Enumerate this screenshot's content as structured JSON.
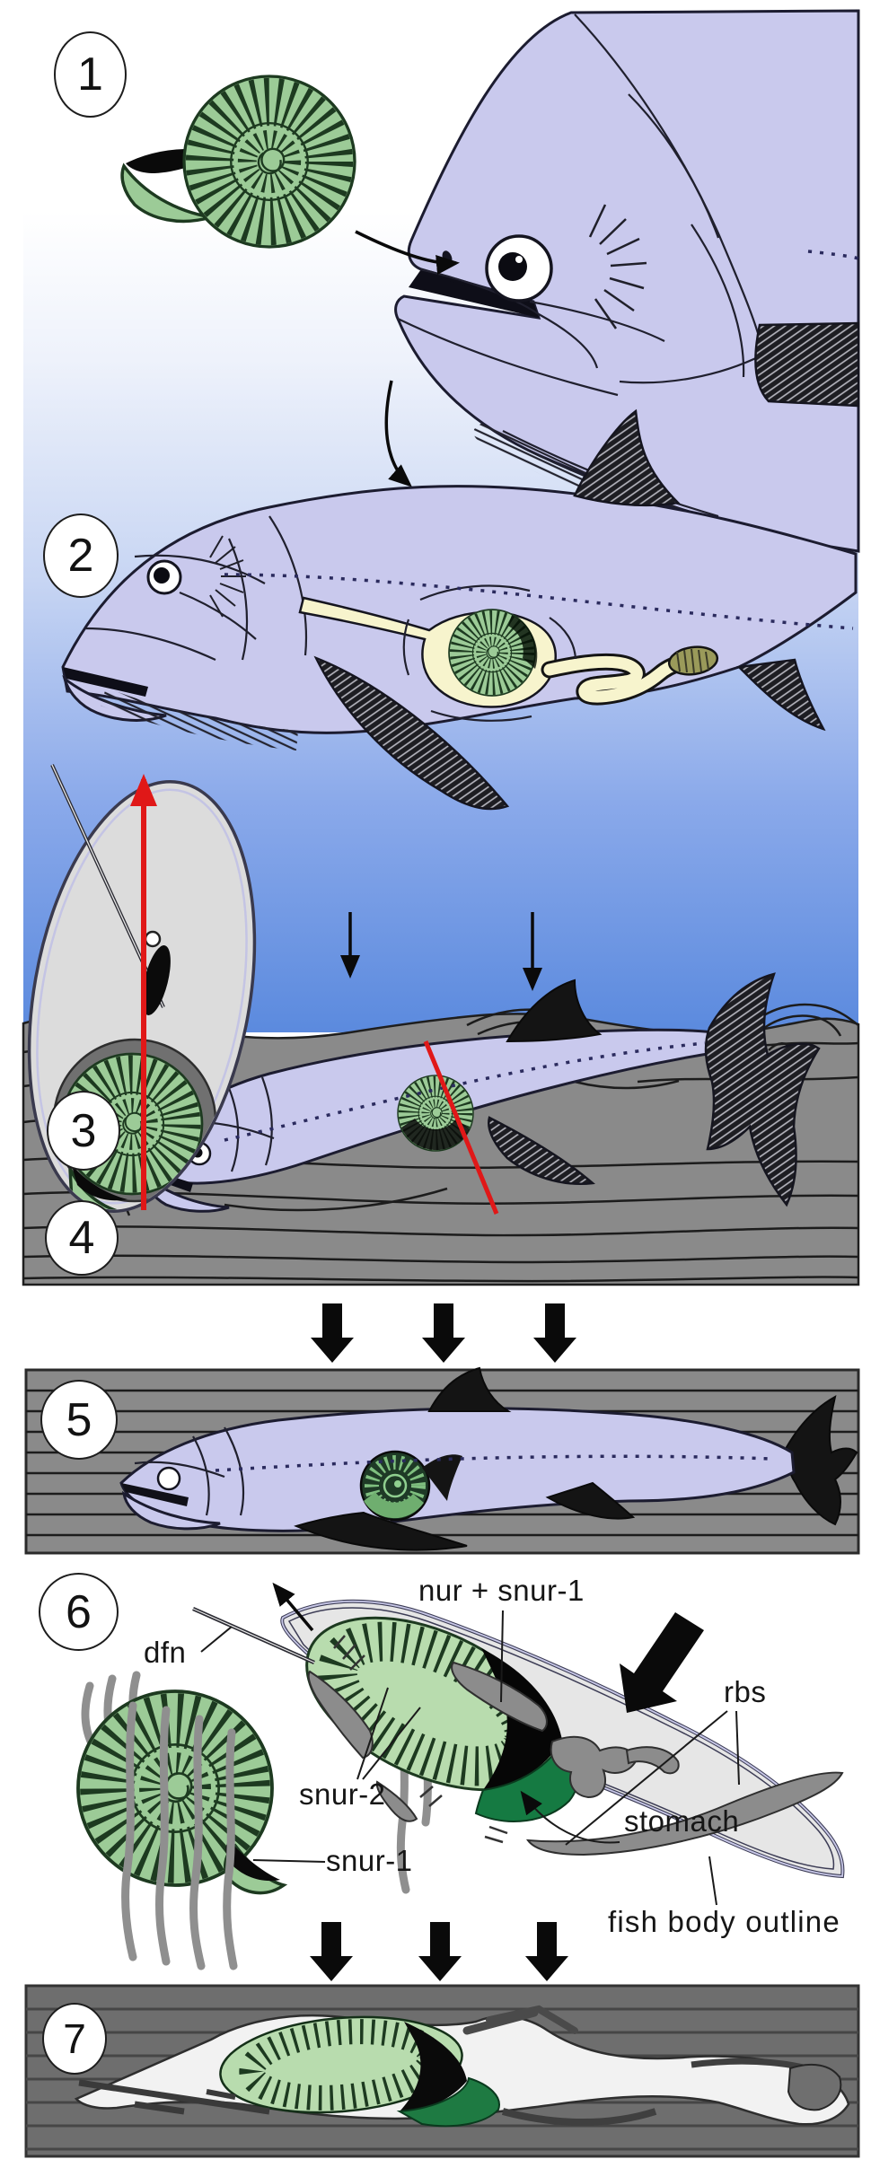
{
  "steps": [
    {
      "number": "1"
    },
    {
      "number": "2"
    },
    {
      "number": "3"
    },
    {
      "number": "4"
    },
    {
      "number": "5"
    },
    {
      "number": "6"
    },
    {
      "number": "7"
    }
  ],
  "labels": {
    "dfn": "dfn",
    "nur_snur1": "nur + snur-1",
    "rbs": "rbs",
    "snur2": "snur-2",
    "snur1": "snur-1",
    "stomach": "stomach",
    "fish_body_outline": "fish body outline"
  },
  "colors": {
    "circle_fill": "#ffffff",
    "label_text": "#161616",
    "fish_body": "#c9c9ed",
    "fish_outline": "#1c1c30",
    "ammonite_green": "#9ccb97",
    "ammonite_green_light": "#b8dcae",
    "ammonite_rib": "#1d3a20",
    "stomach_dark_green": "#157a42",
    "digestive_cream": "#f7f4cd",
    "organ_olive": "#9a9a5a",
    "water_deep": "#5b8ade",
    "sediment_gray": "#8a8a8a",
    "sediment_dark_gray": "#6e6e6e",
    "sediment_line": "#1c1c1c",
    "bone_gray": "#8c8c8c",
    "body_outline_fill": "#e6e6e6",
    "inset_fill": "#dcdcdc",
    "inset_disc": "#707070",
    "fossil_body_fill": "#f2f2f2",
    "accent_red": "#e01818",
    "arrow_black": "#0a0a0a"
  }
}
